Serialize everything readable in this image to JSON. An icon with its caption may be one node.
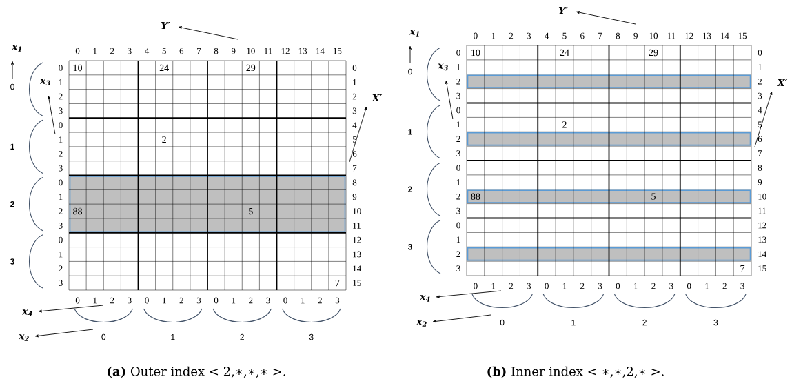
{
  "diagram": {
    "labels": [
      "Y′",
      "x$_{1}$",
      "0",
      "1",
      "2",
      "3",
      "4",
      "5",
      "6",
      "7",
      "8",
      "9",
      "10",
      "11",
      "12",
      "13",
      "14",
      "15",
      "X′",
      "x$_{3}$",
      "0",
      "1",
      "2",
      "3",
      "0",
      "1",
      "2",
      "3",
      "0",
      "1",
      "2",
      "3",
      "0",
      "1",
      "2",
      "3",
      "0",
      "1",
      "2",
      "3",
      "4",
      "5",
      "6",
      "7",
      "8",
      "9",
      "10",
      "11",
      "12",
      "13",
      "14",
      "15",
      "0",
      "1",
      "2",
      "3",
      "10",
      "24",
      "29",
      "2",
      "88",
      "5",
      "7",
      "0",
      "1",
      "2",
      "3",
      "0",
      "1",
      "2",
      "3",
      "0",
      "1",
      "2",
      "3",
      "0",
      "1",
      "2",
      "3",
      "x$_{4}$",
      "x$_{2}$",
      "0",
      "1",
      "2",
      "3",
      "**(a)** Outer index < 2,∗,∗,∗ >.",
      "Y′",
      "x$_{1}$",
      "0",
      "1",
      "2",
      "3",
      "4",
      "5",
      "6",
      "7",
      "8",
      "9",
      "10",
      "11",
      "12",
      "13",
      "14",
      "15",
      "X′",
      "x$_{3}$",
      "0",
      "1",
      "2",
      "3",
      "0",
      "1",
      "2",
      "3",
      "0",
      "1",
      "2",
      "3",
      "0",
      "1",
      "2",
      "3",
      "0",
      "1",
      "2",
      "3",
      "4",
      "5",
      "6",
      "7",
      "8",
      "9",
      "10",
      "11",
      "12",
      "13",
      "14",
      "15",
      "0",
      "1",
      "2",
      "3",
      "10",
      "24",
      "29",
      "2",
      "88",
      "5",
      "7",
      "0",
      "1",
      "2",
      "3",
      "0",
      "1",
      "2",
      "3",
      "0",
      "1",
      "2",
      "3",
      "0",
      "1",
      "2",
      "3",
      "x$_{4}$",
      "x$_{2}$",
      "0",
      "1",
      "2",
      "3",
      "**(b)** Inner index < ∗,∗,2,∗ >."
    ]
  }
}
